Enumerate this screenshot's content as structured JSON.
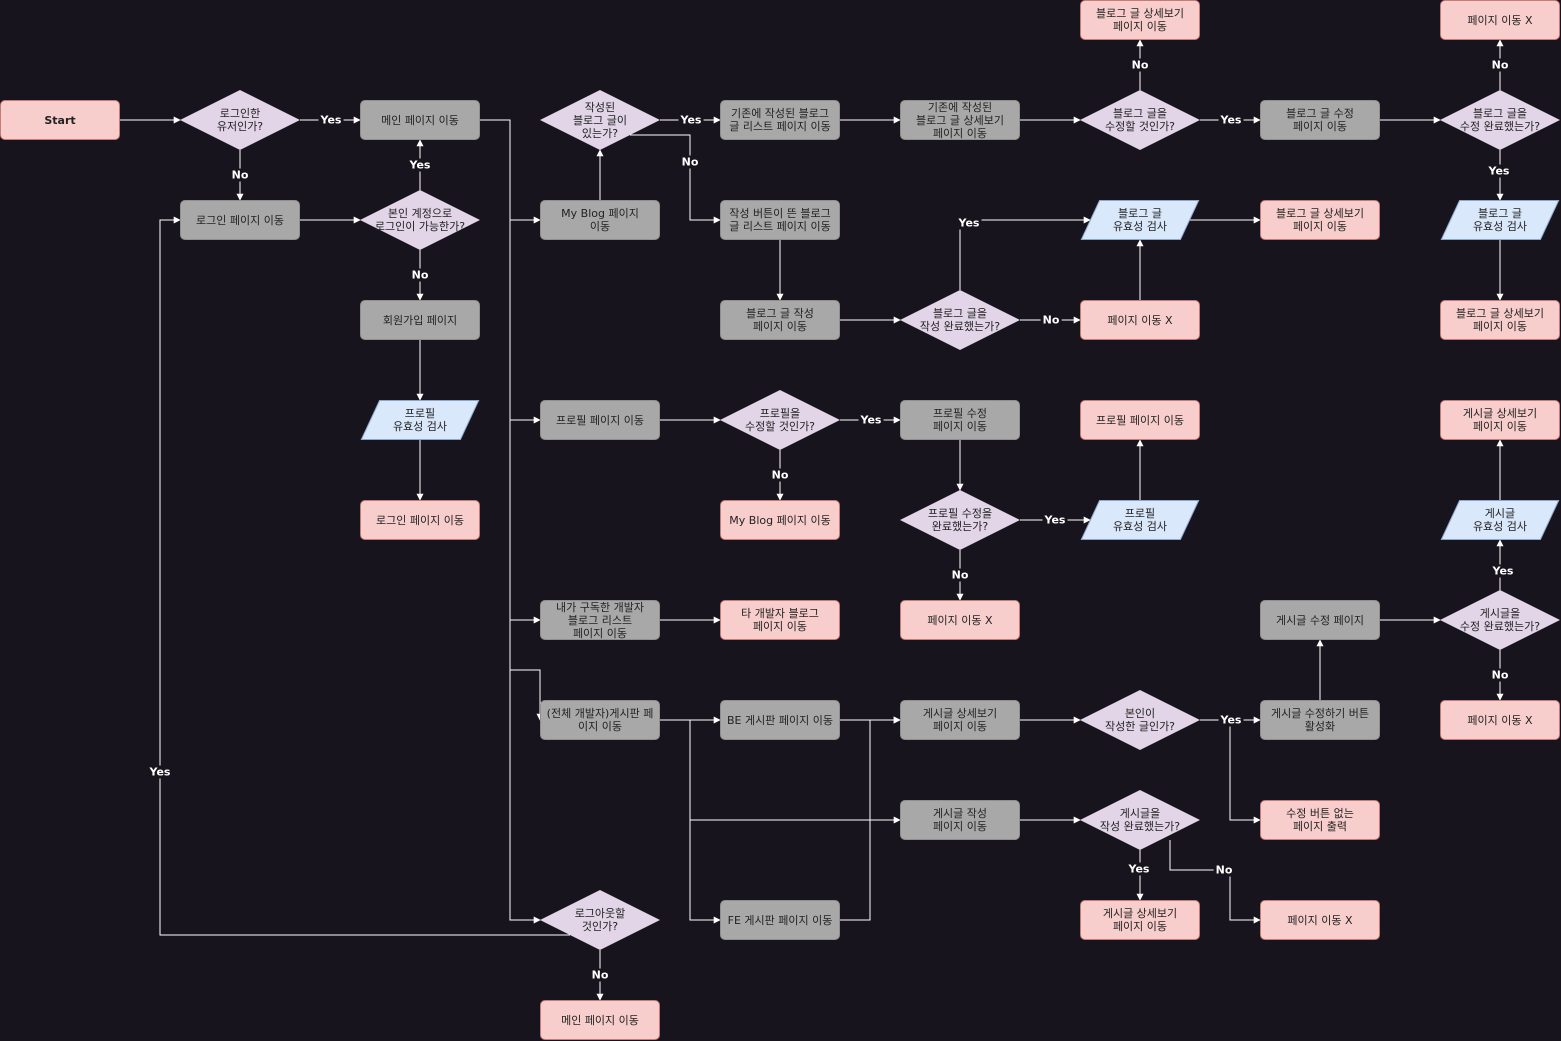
{
  "colors": {
    "background": "#18141d",
    "process_fill": "#a8a8a8",
    "terminal_fill": "#f8cecc",
    "decision_fill": "#e1d5e7",
    "io_fill": "#dae8fc",
    "edge": "#ffffff"
  },
  "nodes": {
    "start": "Start",
    "is_logged_in": "로그인한\n유저인가?",
    "main_page": "메인 페이지 이동",
    "login_page": "로그인 페이지 이동",
    "can_login_own": "본인 계정으로\n로그인이 가능한가?",
    "signup_page": "회원가입 페이지",
    "profile_check_1": "프로필\n유효성 검사",
    "login_page_end": "로그인 페이지 이동",
    "has_posts": "작성된\n블로그 글이\n있는가?",
    "myblog_page": "My Blog 페이지\n이동",
    "existing_list": "기존에 작성된 블로그\n글 리스트 페이지 이동",
    "write_btn_list": "작성 버튼이 뜬 블로그\n글 리스트 페이지 이동",
    "write_page": "블로그 글 작성\n페이지 이동",
    "existing_detail": "기존에 작성된\n블로그 글 상세보기\n페이지 이동",
    "will_edit_post": "블로그 글을\n수정할 것인가?",
    "post_detail_top": "블로그 글 상세보기\n페이지 이동",
    "post_edit_page": "블로그 글 수정\n페이지 이동",
    "edit_done": "블로그 글을\n수정 완료했는가?",
    "no_move_top": "페이지 이동 X",
    "post_check_right": "블로그 글\n유효성 검사",
    "post_detail_right": "블로그 글 상세보기\n페이지 이동",
    "write_done": "블로그 글을\n작성 완료했는가?",
    "post_check_mid": "블로그 글\n유효성 검사",
    "post_detail_mid": "블로그 글 상세보기\n페이지 이동",
    "no_move_mid": "페이지 이동 X",
    "profile_page": "프로필 페이지 이동",
    "will_edit_profile": "프로필을\n수정할 것인가?",
    "myblog_end": "My Blog 페이지 이동",
    "profile_edit_page": "프로필 수정\n페이지 이동",
    "profile_edit_done": "프로필 수정을\n완료했는가?",
    "profile_check_2": "프로필\n유효성 검사",
    "profile_page_end": "프로필 페이지 이동",
    "no_move_profile": "페이지 이동 X",
    "subscribed_list": "내가 구독한 개발자\n블로그 리스트\n페이지 이동",
    "other_dev_blog": "타 개발자 블로그\n페이지 이동",
    "board_page": "(전체 개발자)게시판 페\n이지 이동",
    "be_board": "BE 게시판 페이지 이동",
    "fe_board": "FE 게시판 페이지 이동",
    "board_detail": "게시글 상세보기\n페이지 이동",
    "is_own_post": "본인이\n작성한 글인가?",
    "edit_btn_active": "게시글 수정하기 버튼\n활성화",
    "no_edit_btn": "수정 버튼 없는\n페이지 출력",
    "board_edit_page": "게시글 수정 페이지",
    "board_edit_done": "게시글을\n수정 완료했는가?",
    "board_check": "게시글\n유효성 검사",
    "board_detail_end": "게시글 상세보기\n페이지 이동",
    "no_move_board": "페이지 이동 X",
    "board_write_page": "게시글 작성\n페이지 이동",
    "board_write_done": "게시글을\n작성 완료했는가?",
    "board_detail_written": "게시글 상세보기\n페이지 이동",
    "no_move_board_write": "페이지 이동 X",
    "will_logout": "로그아웃할\n것인가?",
    "main_page_end": "메인 페이지 이동"
  },
  "edge_labels": {
    "yes": "Yes",
    "no": "No"
  }
}
